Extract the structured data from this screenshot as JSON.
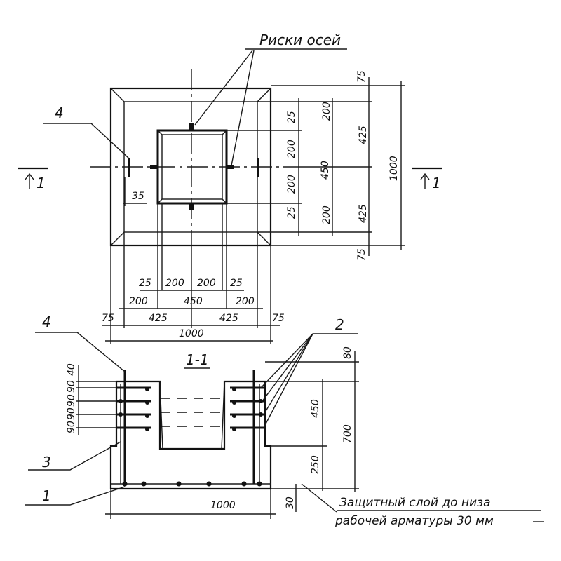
{
  "labels": {
    "axis_marks": "Риски осей",
    "section_left": "1",
    "section_right": "1",
    "section_title": "1-1",
    "callout_4_top": "4",
    "callout_4_bottom": "4",
    "callout_2": "2",
    "callout_3": "3",
    "callout_1": "1",
    "note_line1": "Защитный слой до низа",
    "note_line2": "рабочей арматуры   30 мм"
  },
  "plan_dims": {
    "right_outer": [
      "75",
      "425",
      "450",
      "425",
      "75",
      "1000"
    ],
    "right_inner": [
      "25",
      "200",
      "200",
      "200",
      "200",
      "25"
    ],
    "bottom_row1": [
      "25",
      "200",
      "200",
      "25"
    ],
    "bottom_row2": [
      "200",
      "450",
      "200"
    ],
    "bottom_row3": [
      "75",
      "425",
      "425",
      "75"
    ],
    "bottom_total": "1000",
    "left_35": "35"
  },
  "section_dims": {
    "left": [
      "40",
      "90",
      "90",
      "90",
      "90"
    ],
    "right": [
      "80",
      "450",
      "700",
      "250",
      "30"
    ],
    "bottom_total": "1000"
  }
}
